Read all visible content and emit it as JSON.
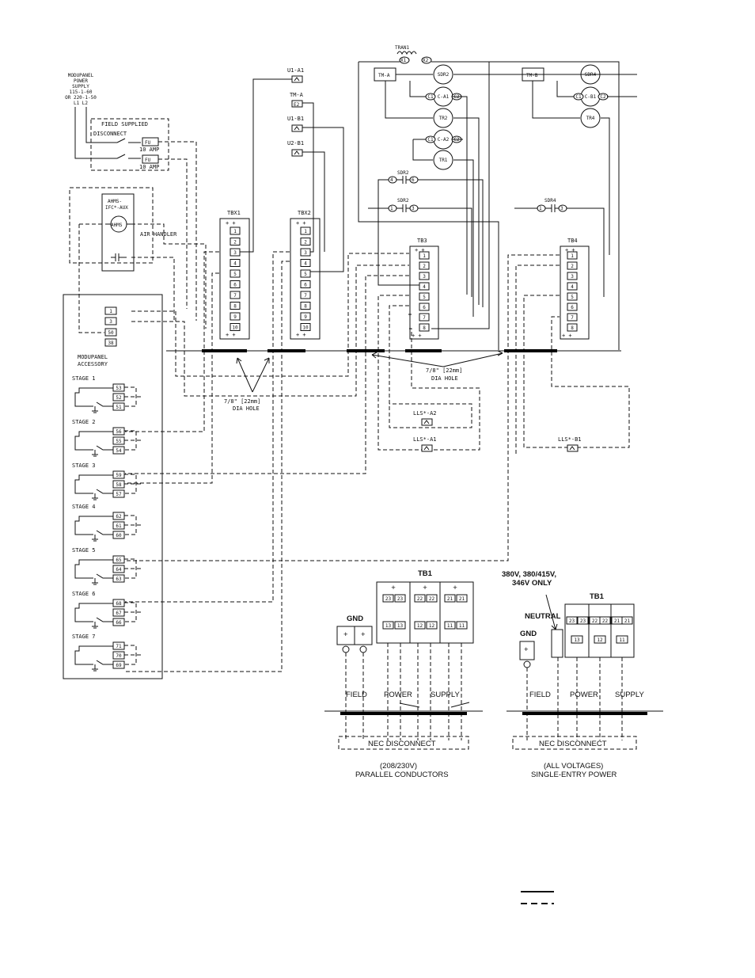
{
  "power_supply": {
    "l1": "MODUPANEL",
    "l2": "POWER",
    "l3": "SUPPLY",
    "l4": "115-1-60",
    "l5": "OR 220-1-50",
    "l6": "L1  L2"
  },
  "field_disconnect": {
    "l1": "FIELD SUPPLIED",
    "l2": "DISCONNECT",
    "fuse": "FU",
    "amp": "10 AMP"
  },
  "air_handler": {
    "box1": "AHMS-",
    "box2": "IFC*-AUX",
    "comp": "AHMS",
    "label": "AIR HANDLER"
  },
  "modupanel": {
    "l1": "MODUPANEL",
    "l2": "ACCESSORY"
  },
  "top_terms": [
    "1",
    "3",
    "50",
    "38"
  ],
  "stages": [
    {
      "label": "STAGE 1",
      "terms": [
        "53",
        "52",
        "51"
      ]
    },
    {
      "label": "STAGE 2",
      "terms": [
        "56",
        "55",
        "54"
      ]
    },
    {
      "label": "STAGE 3",
      "terms": [
        "59",
        "58",
        "57"
      ]
    },
    {
      "label": "STAGE 4",
      "terms": [
        "62",
        "61",
        "60"
      ]
    },
    {
      "label": "STAGE 5",
      "terms": [
        "65",
        "64",
        "63"
      ]
    },
    {
      "label": "STAGE 6",
      "terms": [
        "68",
        "67",
        "66"
      ]
    },
    {
      "label": "STAGE 7",
      "terms": [
        "71",
        "70",
        "69"
      ]
    }
  ],
  "sensors": {
    "u1a1": "U1-A1",
    "tma": "TM-A",
    "tma_node": "E2",
    "u1b1": "U1-B1",
    "u2b1": "U2-B1"
  },
  "tbx1": {
    "title": "TBX1",
    "terms": [
      "1",
      "2",
      "3",
      "4",
      "5",
      "6",
      "7",
      "8",
      "9",
      "10"
    ]
  },
  "tbx2": {
    "title": "TBX2",
    "terms": [
      "1",
      "2",
      "3",
      "4",
      "5",
      "6",
      "7",
      "8",
      "9",
      "10"
    ]
  },
  "tb3": {
    "title": "TB3",
    "terms": [
      "1",
      "2",
      "3",
      "4",
      "5",
      "6",
      "7",
      "8"
    ]
  },
  "tb4": {
    "title": "TB4",
    "terms": [
      "1",
      "2",
      "3",
      "4",
      "5",
      "6",
      "7",
      "8"
    ]
  },
  "transformer": {
    "label": "TRAN1",
    "x1": "X1",
    "x2": "X2"
  },
  "control": {
    "tma": "TM-A",
    "tmb": "TM-B",
    "sdr2": "SDR2",
    "ca1": "C-A1",
    "tr2": "TR2",
    "ca2": "C-A2",
    "tr1": "TR1",
    "sdr4": "SDR4",
    "cb1": "C-B1",
    "tr4": "TR4",
    "c1": "C1",
    "c2": "C2",
    "sdr2_label": "SDR2",
    "sdr2_a": "4",
    "sdr2_b": "6",
    "sdr2b_label": "SDR2",
    "sdr2b_a": "1",
    "sdr2b_b": "3",
    "sdr4_label": "SDR4",
    "sdr4_a": "1",
    "sdr4_b": "3"
  },
  "holes": {
    "left_l1": "7/8\" [22mm]",
    "left_l2": "DIA HOLE",
    "right_l1": "7/8\" [22mm]",
    "right_l2": "DIA HOLE"
  },
  "lls": {
    "a2": "LLS*-A2",
    "a1": "LLS*-A1",
    "b1": "LLS*-B1"
  },
  "tb1_left": {
    "title": "TB1",
    "top": [
      "23",
      "23",
      "22",
      "22",
      "21",
      "21"
    ],
    "bottom": [
      "13",
      "13",
      "12",
      "12",
      "11",
      "11"
    ],
    "plus": "+",
    "gnd": "GND",
    "field": "FIELD",
    "power": "POWER",
    "supply": "SUPPLY",
    "nec": "NEC DISCONNECT",
    "cap1": "(208/230V)",
    "cap2": "PARALLEL CONDUCTORS"
  },
  "tb1_right": {
    "note1": "380V, 380/415V,",
    "note2": "346V ONLY",
    "title": "TB1",
    "neutral": "NEUTRAL",
    "top": [
      "23",
      "23",
      "22",
      "22",
      "21",
      "21"
    ],
    "bottom": [
      "13",
      "12",
      "11"
    ],
    "gnd": "GND",
    "field": "FIELD",
    "power": "POWER",
    "supply": "SUPPLY",
    "nec": "NEC DISCONNECT",
    "cap1": "(ALL VOLTAGES)",
    "cap2": "SINGLE-ENTRY POWER"
  }
}
